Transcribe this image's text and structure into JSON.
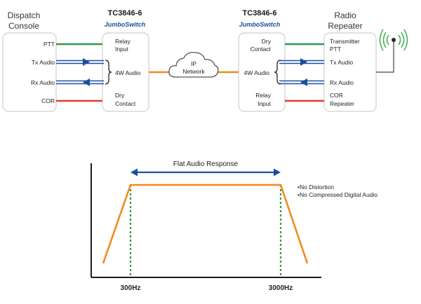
{
  "colors": {
    "ptt": "#2e9a48",
    "audio": "#1a4fa0",
    "cor": "#e23a2a",
    "ip": "#f28a1c",
    "chart_line": "#f28a1c",
    "dashed": "#2e9a48",
    "brand_blue": "#1a4fa0",
    "brand_yellow": "#f2b21c",
    "box_border": "#cfcfcf",
    "radio_green": "#3ab04a"
  },
  "left_device": {
    "title_line1": "Dispatch",
    "title_line2": "Console",
    "ports": [
      "PTT",
      "Tx Audio",
      "Rx Audio",
      "COR"
    ]
  },
  "left_switch": {
    "model": "TC3846-6",
    "brand": "JumboSwitch",
    "ports": {
      "relay_1": "Relay",
      "relay_2": "Input",
      "audio": "4W Audio",
      "dry_1": "Dry",
      "dry_2": "Contact"
    }
  },
  "network": {
    "line1": "IP",
    "line2": "Network",
    "icon": "cloud-icon"
  },
  "right_switch": {
    "model": "TC3846-6",
    "brand": "JumboSwitch",
    "ports": {
      "dry_1": "Dry",
      "dry_2": "Contact",
      "audio": "4W Audio",
      "relay_1": "Relay",
      "relay_2": "Input"
    }
  },
  "right_device": {
    "title_line1": "Radio",
    "title_line2": "Repeater",
    "ports": {
      "tx_ptt_1": "Transmitter",
      "tx_ptt_2": "PTT",
      "tx_audio": "Tx Audio",
      "rx_audio": "Rx Audio",
      "cor_1": "COR",
      "cor_2": "Repeater"
    },
    "icon": "antenna-icon"
  },
  "chart_data": {
    "type": "line",
    "title": "Flat Audio Response",
    "x_ticks": [
      "300Hz",
      "3000Hz"
    ],
    "bullets": [
      "No Distortion",
      "No Compressed Digital Audio"
    ]
  }
}
